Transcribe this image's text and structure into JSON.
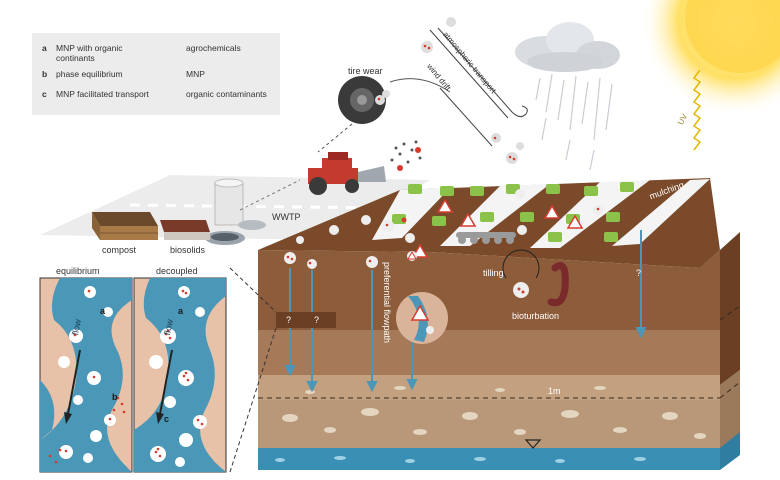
{
  "legend": {
    "items": [
      {
        "key": "a",
        "text_line1": "MNP with organic",
        "text_line2": "continants"
      },
      {
        "key": "b",
        "text_line1": "phase equilibrium"
      },
      {
        "key": "c",
        "text_line1": "MNP facilitated transport"
      },
      {
        "key": "",
        "text_line1": "agrochemicals",
        "icon": "triangle-icon"
      },
      {
        "key": "",
        "text_line1": "MNP",
        "icon": "grey-dot-icon"
      },
      {
        "key": "",
        "text_line1": "organic contaminants",
        "icon": "red-dot-icon"
      }
    ]
  },
  "labels": {
    "tire_wear": "tire wear",
    "atmospheric_transport": "atmospheric transport",
    "wind_drift": "wind drift",
    "uv": "UV",
    "wwtp": "WWTP",
    "compost": "compost",
    "biosolids": "biosolids",
    "mulching": "mulching",
    "tilling": "tilling",
    "bioturbation": "bioturbation",
    "preferential_flowpath": "preferential flowpath",
    "one_m": "1m",
    "question": "?"
  },
  "insets": {
    "equilibrium": {
      "title": "equilibrium",
      "flow": "flow",
      "a": "a",
      "b": "b"
    },
    "decoupled": {
      "title": "decoupled",
      "flow": "flow",
      "a": "a",
      "c": "c"
    }
  },
  "colors": {
    "topsoil": "#7a4a2a",
    "subsoil": "#8d5c3a",
    "gravel": "#b89878",
    "groundwater": "#3a8fb5",
    "water_inset": "#4a97b8",
    "sand_inset": "#e8c2a8",
    "red_contaminant": "#d63b2f",
    "grass": "#8bc34a",
    "sun": "#ffd54a"
  }
}
